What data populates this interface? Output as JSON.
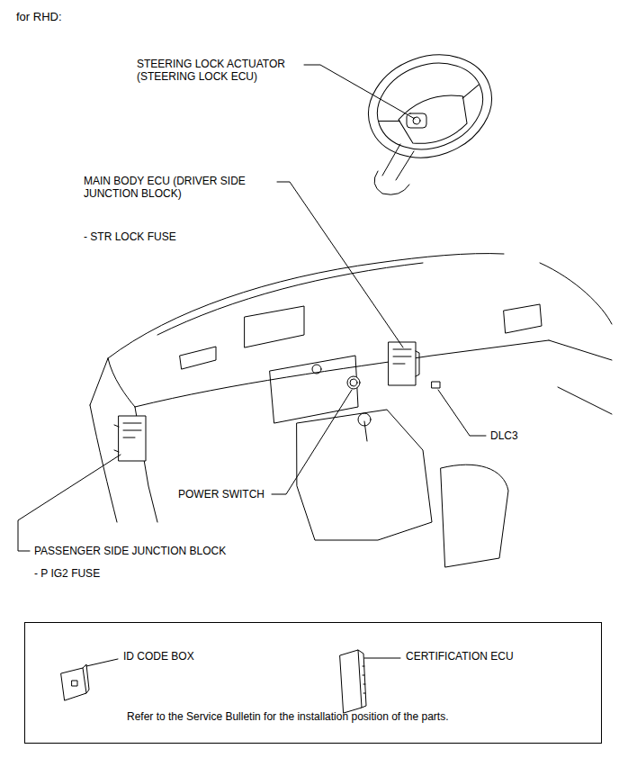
{
  "diagram": {
    "title": "for RHD:",
    "nodes": [
      {
        "text": [
          "ID CODE BOX",
          "CERTIFICATION ECU",
          "Refer to the Service Bulletin for the installation position of the parts."
        ]
      }
    ],
    "labels": [
      "STEERING LOCK ACTUATOR (STEERING LOCK ECU)",
      "MAIN BODY ECU (DRIVER SIDE JUNCTION BLOCK)",
      "- STR LOCK FUSE",
      "POWER SWITCH",
      "DLC3",
      "PASSENGER SIDE JUNCTION BLOCK",
      "- P IG2 FUSE"
    ]
  }
}
